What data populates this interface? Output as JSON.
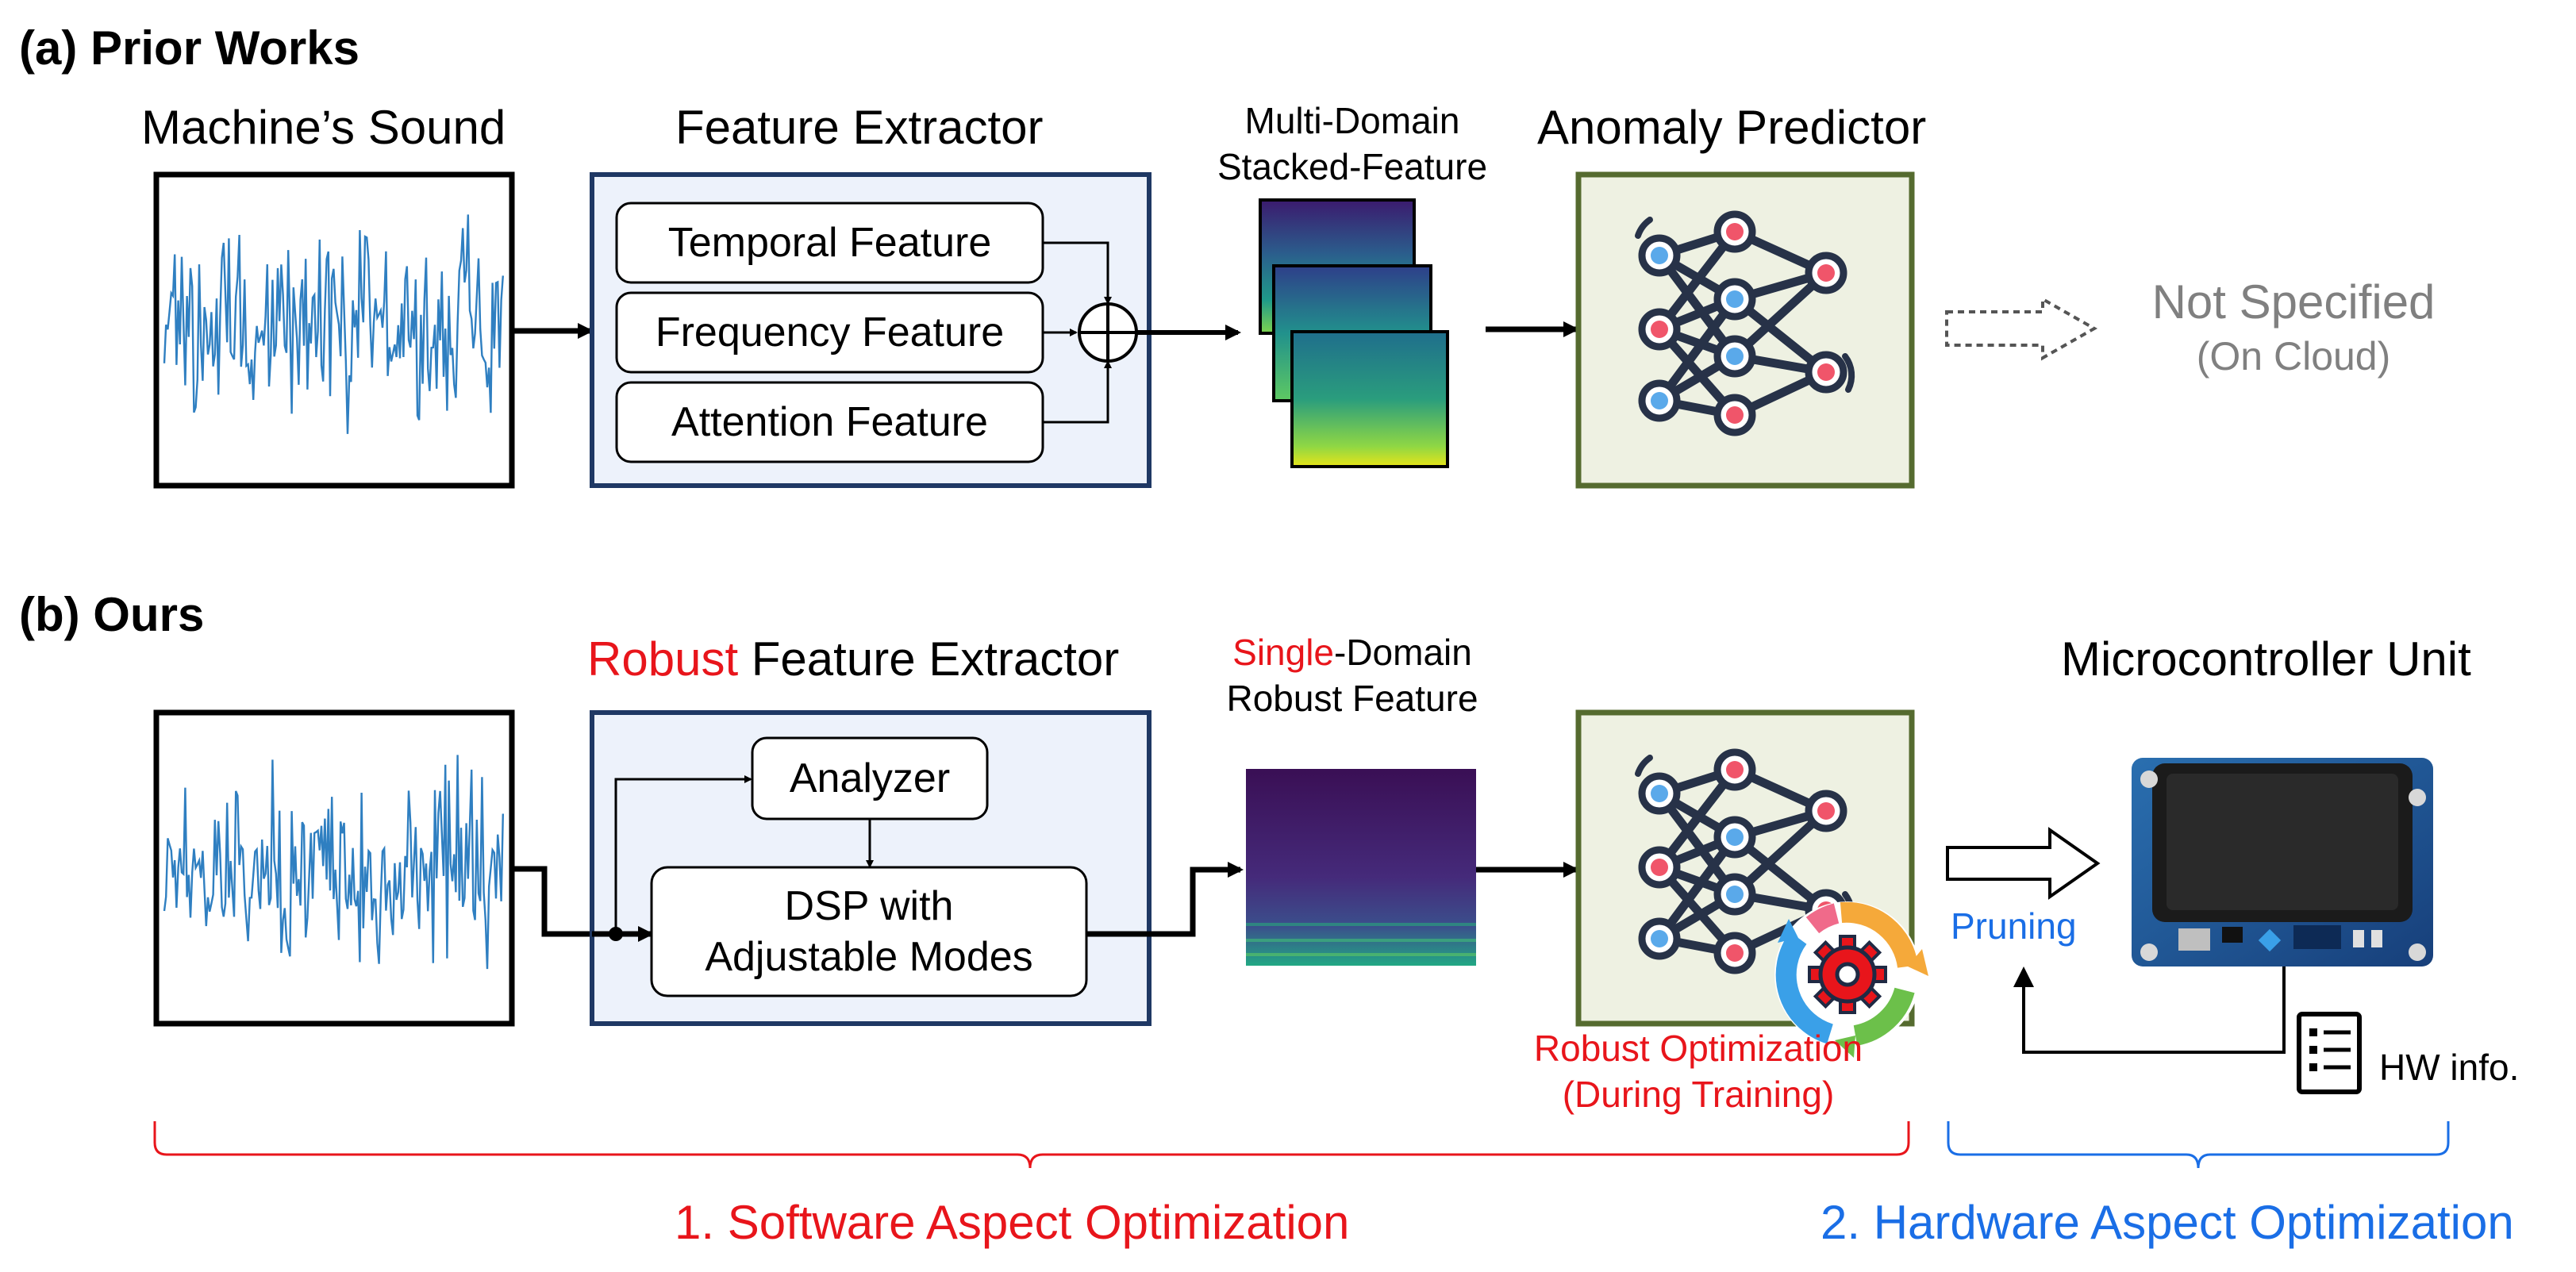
{
  "prior": {
    "title": "(a) Prior Works",
    "sound_label": "Machine’s Sound",
    "extractor_label": "Feature Extractor",
    "features": [
      "Temporal Feature",
      "Frequency Feature",
      "Attention Feature"
    ],
    "stacked_line1": "Multi-Domain",
    "stacked_line2": "Stacked-Feature",
    "predictor_label": "Anomaly Predictor",
    "output_line1": "Not Specified",
    "output_line2": "(On Cloud)"
  },
  "ours": {
    "title": "(b) Ours",
    "extractor_red": "Robust",
    "extractor_rest": " Feature Extractor",
    "analyzer": "Analyzer",
    "dsp_line1": "DSP with",
    "dsp_line2": "Adjustable Modes",
    "single_red": "Single",
    "single_rest": "-Domain",
    "single_line2": "Robust Feature",
    "mcu_label": "Microcontroller Unit",
    "pruning": "Pruning",
    "hw_info": "HW info.",
    "robust_opt_line1": "Robust Optimization",
    "robust_opt_line2": "(During Training)",
    "software_opt": "1. Software Aspect Optimization",
    "hardware_opt": "2. Hardware Aspect Optimization"
  },
  "colors": {
    "waveform": "#2f7fc1",
    "extractor_fill": "#edf2fb",
    "extractor_border": "#1f3864",
    "predictor_fill": "#eef1e2",
    "predictor_border": "#556b2f",
    "red": "#e8151b",
    "blue": "#1a6ee6"
  },
  "icons": [
    "neural-network-icon",
    "gear-cycle-icon",
    "checklist-icon",
    "dotted-arrow-icon",
    "sum-icon",
    "mcu-board-icon"
  ]
}
